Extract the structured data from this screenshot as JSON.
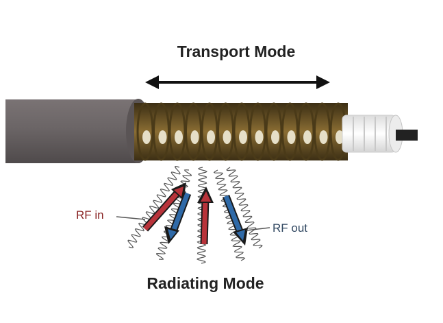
{
  "labels": {
    "transport": "Transport Mode",
    "radiating": "Radiating Mode",
    "rf_in": "RF in",
    "rf_out": "RF out"
  },
  "colors": {
    "jacket": "#6b6566",
    "braid": "#6e5524",
    "braid_highlight": "#e6dfc8",
    "dielectric": "#f4f4f4",
    "rf_in_arrow": "#b8333a",
    "rf_out_arrow": "#2f6aa8",
    "wave": "#555555",
    "text": "#222222"
  }
}
